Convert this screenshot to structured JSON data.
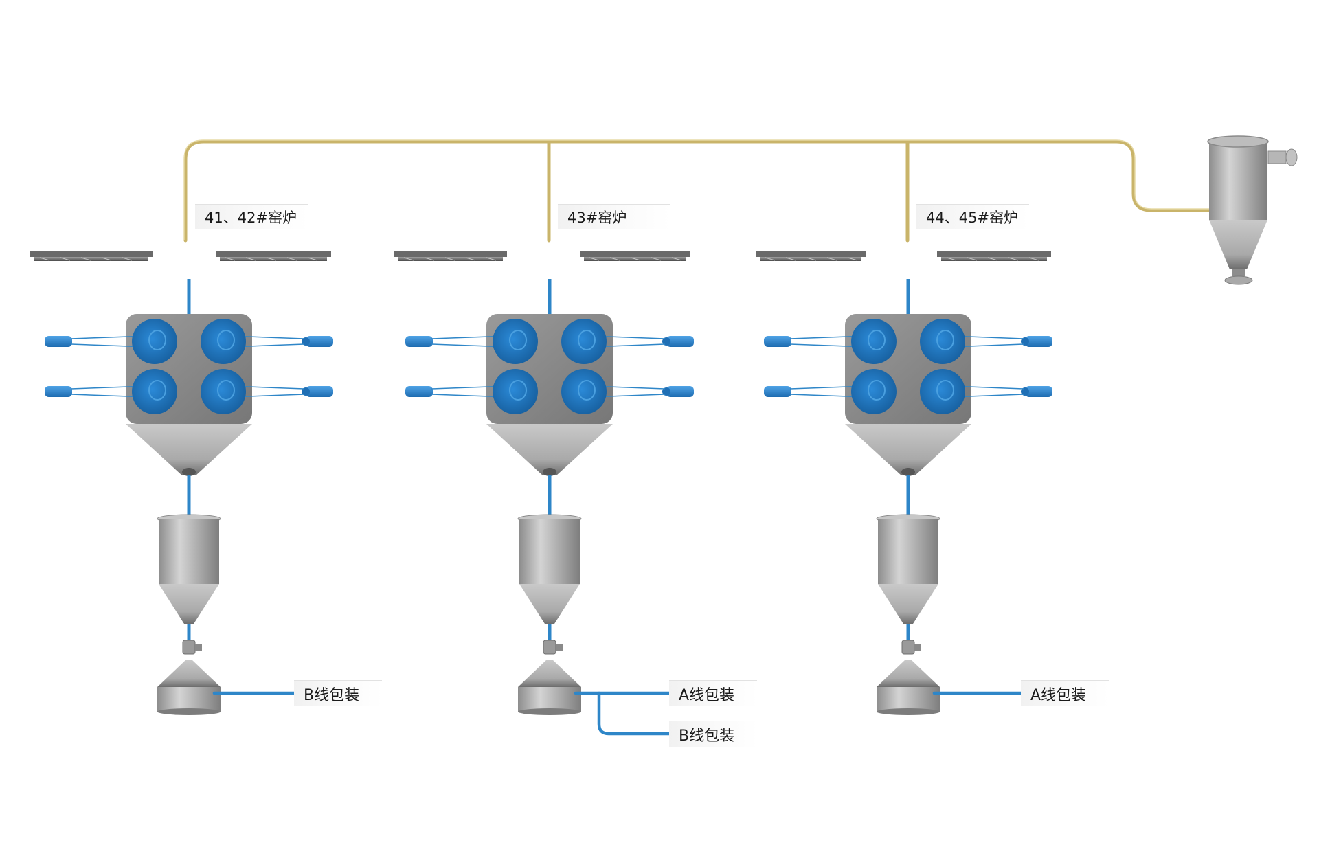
{
  "kilns": [
    {
      "label": "41、42#窑炉",
      "outputs": [
        "B线包装"
      ]
    },
    {
      "label": "43#窑炉",
      "outputs": [
        "A线包装",
        "B线包装"
      ]
    },
    {
      "label": "44、45#窑炉",
      "outputs": [
        "A线包装"
      ]
    }
  ],
  "colors": {
    "water_pipe": "#2e86c8",
    "conveying_pipe": "#c9b46a",
    "filter_drum": "#1f78c4",
    "steel": "#a6a6a6",
    "steel_dark": "#7a7a7a",
    "housing": "#858585"
  }
}
